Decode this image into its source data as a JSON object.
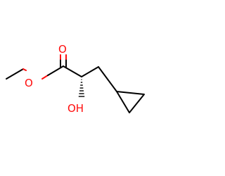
{
  "molecule": {
    "atom_labels": {
      "carbonyl_oxygen": "O",
      "ester_oxygen": "O",
      "hydroxyl": "OH"
    },
    "heteroatom_color": "#ff0d0d",
    "bond_color": "#000000",
    "stereo_bond": "hashed-wedge"
  }
}
